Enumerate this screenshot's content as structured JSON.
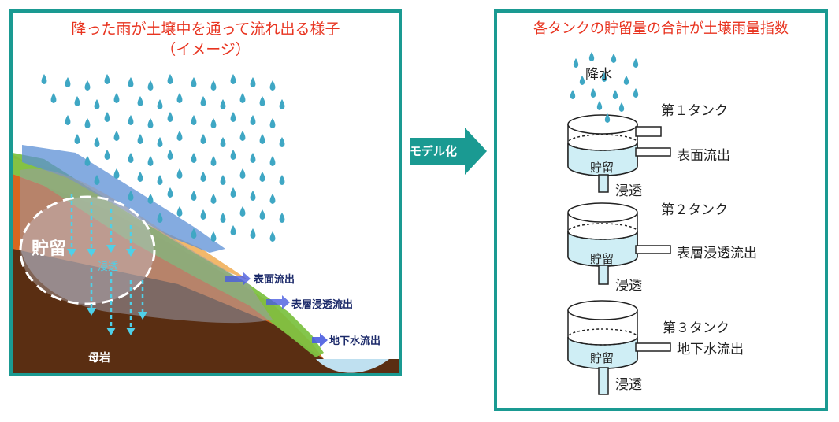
{
  "left_panel": {
    "title_line1": "降った雨が土壌中を通って流れ出る様子",
    "title_line2": "（イメージ）",
    "storage_label": "貯留",
    "infiltration_label": "浸透",
    "surface_runoff_label": "表面流出",
    "subsurface_runoff_label": "表層浸透流出",
    "groundwater_runoff_label": "地下水流出",
    "bedrock_label": "母岩"
  },
  "arrow": {
    "label": "モデル化"
  },
  "right_panel": {
    "title": "各タンクの貯留量の合計が土壌雨量指数",
    "precipitation_label": "降水",
    "tanks": [
      {
        "name": "第１タンク",
        "storage": "貯留",
        "outflow": "表面流出",
        "infiltration": "浸透"
      },
      {
        "name": "第２タンク",
        "storage": "貯留",
        "outflow": "表層浸透流出",
        "infiltration": "浸透"
      },
      {
        "name": "第３タンク",
        "storage": "貯留",
        "outflow": "地下水流出",
        "infiltration": "浸透"
      }
    ]
  },
  "colors": {
    "border": "#1a9a92",
    "title": "#e8331f",
    "rain": "#3fa7c4",
    "water": "#cfeef5",
    "bedrock": "#5a2e12",
    "soil": "#d9661f",
    "grass": "#7dc242"
  }
}
